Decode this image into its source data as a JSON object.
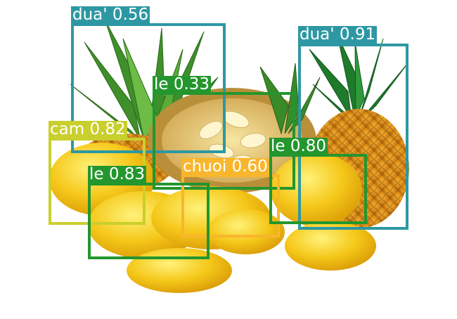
{
  "image": {
    "description_visible": "pineapples, a halved jackfruit and yellow mangoes on white background with object-detection boxes"
  },
  "detections": [
    {
      "label": "dua'",
      "score": "0.56",
      "text": "dua' 0.56",
      "color": "#2d98a3"
    },
    {
      "label": "dua'",
      "score": "0.91",
      "text": "dua' 0.91",
      "color": "#2d98a3"
    },
    {
      "label": "le",
      "score": "0.33",
      "text": "le 0.33",
      "color": "#24962e"
    },
    {
      "label": "cam",
      "score": "0.82",
      "text": "cam 0.82",
      "color": "#c9cf2d"
    },
    {
      "label": "chuoi",
      "score": "0.60",
      "text": "chuoi 0.60",
      "color": "#f8b62d"
    },
    {
      "label": "le",
      "score": "0.80",
      "text": "le 0.80",
      "color": "#24962e"
    },
    {
      "label": "le",
      "score": "0.83",
      "text": "le 0.83",
      "color": "#24962e"
    }
  ]
}
